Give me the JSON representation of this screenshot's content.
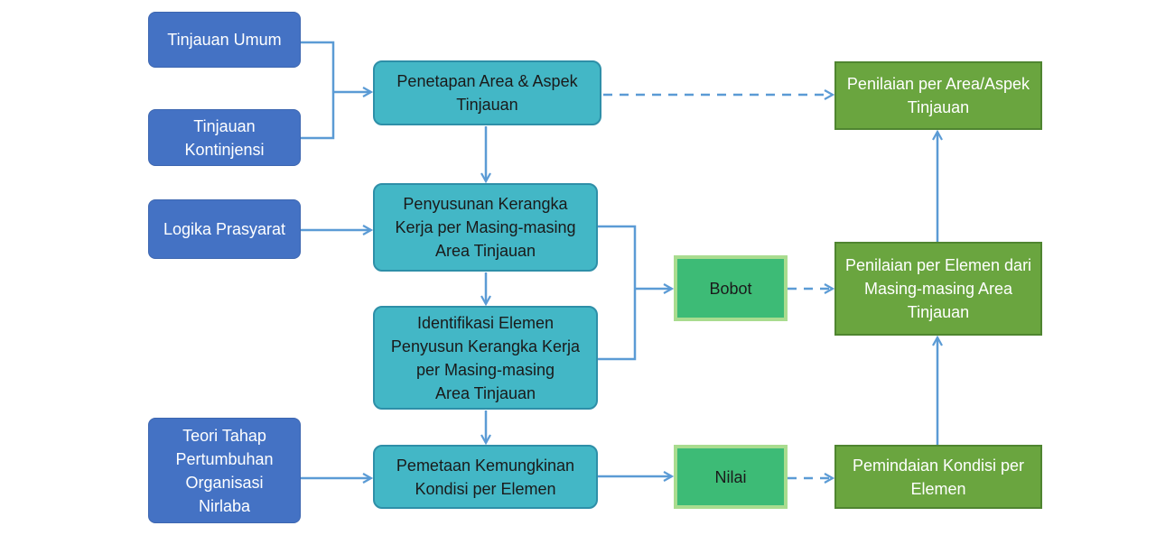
{
  "colors": {
    "input_blue": "#4472c4",
    "process_teal": "#43b7c6",
    "weight_green": "#3dbb76",
    "result_green": "#6aa53f",
    "connector": "#5b9bd5"
  },
  "inputs": {
    "tinjauan_umum": "Tinjauan Umum",
    "tinjauan_kontinjensi": "Tinjauan\nKontinjensi",
    "logika_prasyarat": "Logika Prasyarat",
    "teori_tahap": "Teori Tahap\nPertumbuhan\nOrganisasi\nNirlaba"
  },
  "process": {
    "penetapan": "Penetapan Area & Aspek\nTinjauan",
    "penyusunan": "Penyusunan Kerangka\nKerja per Masing-masing\nArea Tinjauan",
    "identifikasi": "Identifikasi Elemen\nPenyusun Kerangka Kerja\nper Masing-masing\nArea Tinjauan",
    "pemetaan": "Pemetaan Kemungkinan\nKondisi per Elemen"
  },
  "middle": {
    "bobot": "Bobot",
    "nilai": "Nilai"
  },
  "results": {
    "penilaian_area": "Penilaian per Area/Aspek\nTinjauan",
    "penilaian_elemen": "Penilaian per Elemen dari\nMasing-masing Area\nTinjauan",
    "pemindaian": "Pemindaian Kondisi per\nElemen"
  }
}
